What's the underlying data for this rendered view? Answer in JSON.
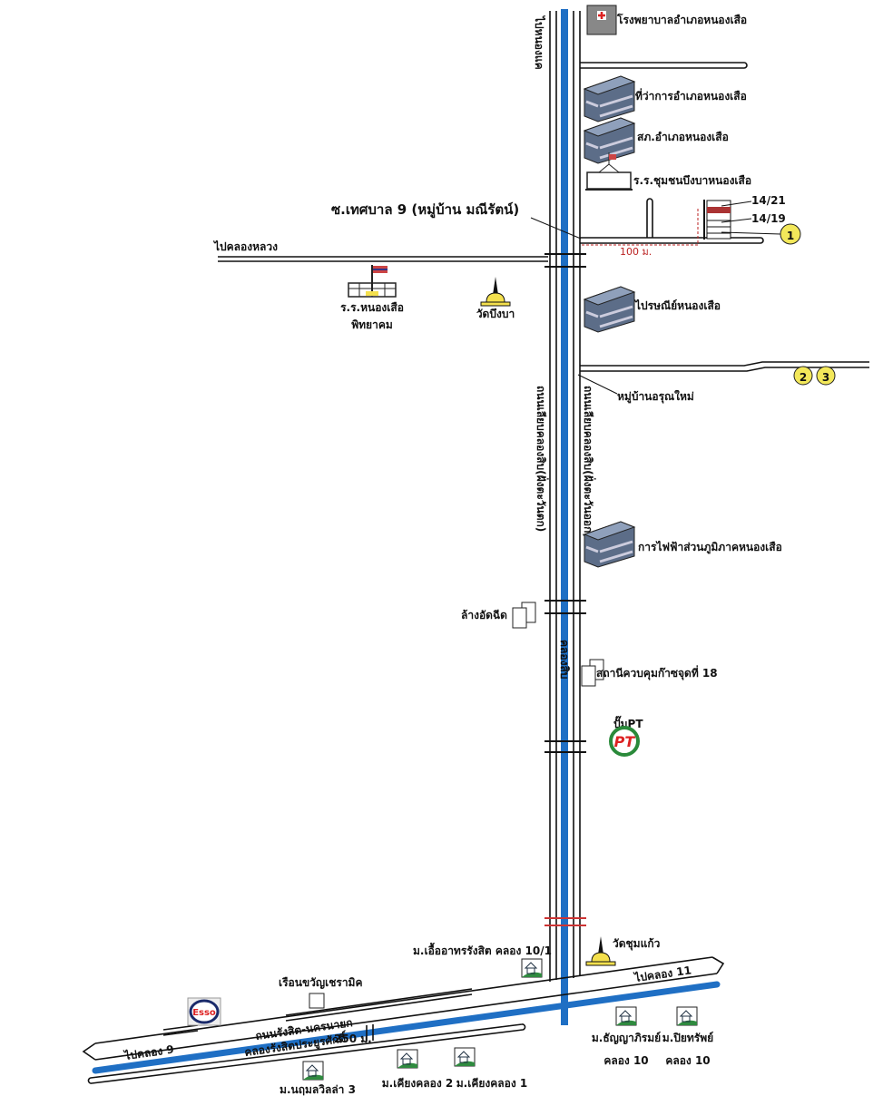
{
  "roads": {
    "to_nong_khae": "ไปหนองแค",
    "west_road": "ถนนเลียบคลองสิบ(ฝั่งตะวันตก)",
    "east_road": "ถนนเลียบคลองสิบ(ฝั่งตะวันออก)",
    "canal_10": "คลองสิบ",
    "to_khlong_luang": "ไปคลองหลวง",
    "soi": "ซ.เทศบาล 9 (หมู่บ้าน มณีรัตน์)",
    "distance_100": "100 ม.",
    "rangsit_nakhon_nayok": "ถนนรังสิต-นครนายก",
    "rangsit_canal": "คลองรังสิตประยูรศักดิ์",
    "to_khlong_9": "ไปคลอง 9",
    "to_khlong_11": "ไปคลอง 11",
    "distance_250": "250 ม."
  },
  "places": {
    "hospital": "โรงพยาบาลอำเภอหนองเสือ",
    "district_office": "ที่ว่าการอำเภอหนองเสือ",
    "police": "สภ.อำเภอหนองเสือ",
    "community_school": "ร.ร.ชุมชนบึงบาหนองเสือ",
    "house_1": "14/21",
    "house_2": "14/19",
    "marker_1": "1",
    "school_line1": "ร.ร.หนองเสือ",
    "school_line2": "พิทยาคม",
    "wat_bueng_ba": "วัดบึงบา",
    "post_office": "ไปรษณีย์หนองเสือ",
    "village_arun": "หมู่บ้านอรุณใหม่",
    "marker_2": "2",
    "marker_3": "3",
    "electricity": "การไฟฟ้าส่วนภูมิภาคหนองเสือ",
    "car_wash": "ล้างอัดฉีด",
    "gas_station": "สถานีควบคุมก๊าซจุดที่ 18",
    "pt_label": "ปั๊มPT",
    "pt_logo": "PT",
    "wat_chum_kaeo": "วัดชุมแก้ว",
    "village_ue_arthorn": "ม.เอื้ออาทรรังสิต คลอง 10/1",
    "ruean_khwan": "เรือนขวัญเชรามิค",
    "esso_logo": "Esso",
    "thanya_line1": "ม.ธัญญาภิรมย์",
    "thanya_line2": "คลอง 10",
    "piyasap_line1": "ม.ปิยทรัพย์",
    "piyasap_line2": "คลอง 10",
    "naruemon": "ม.นฤมลวิลล่า 3",
    "khiang_2": "ม.เคียงคลอง 2",
    "khiang_1": "ม.เคียงคลอง 1"
  },
  "colors": {
    "canal": "#1f6fc4",
    "marker": "#f3e85a",
    "distance": "#b22222",
    "building": "#4d5e78"
  }
}
